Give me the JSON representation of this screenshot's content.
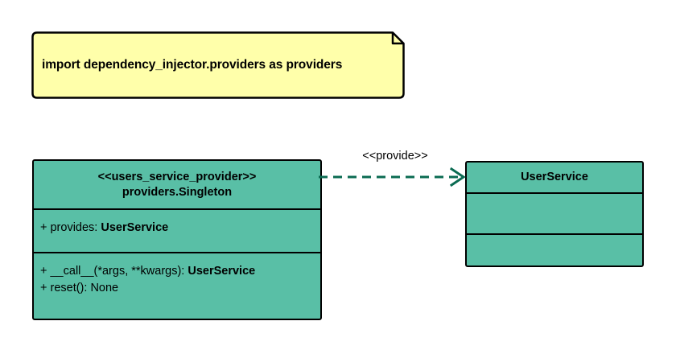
{
  "diagram": {
    "type": "uml-class-diagram",
    "background_color": "#ffffff",
    "colors": {
      "class_fill": "#59bfa6",
      "note_fill": "#ffffaa",
      "border": "#000000",
      "connector": "#0a6b52"
    },
    "note": {
      "text": "import dependency_injector.providers as providers"
    },
    "classes": [
      {
        "id": "provider-class",
        "stereotype": "<<users_service_provider>>",
        "name": "providers.Singleton",
        "attributes": [
          {
            "visibility": "+",
            "label": "+ provides: ",
            "type": "UserService"
          }
        ],
        "operations": [
          {
            "label": "+ __call__(*args, **kwargs): ",
            "type": "UserService"
          },
          {
            "label": "+ reset(): None",
            "type": ""
          }
        ]
      },
      {
        "id": "service-class",
        "name": "UserService",
        "attributes": [],
        "operations": []
      }
    ],
    "connectors": [
      {
        "id": "provide-connector",
        "label": "<<provide>>",
        "style": "dashed",
        "arrowhead": "open",
        "from": "provider-class",
        "to": "service-class"
      }
    ]
  }
}
